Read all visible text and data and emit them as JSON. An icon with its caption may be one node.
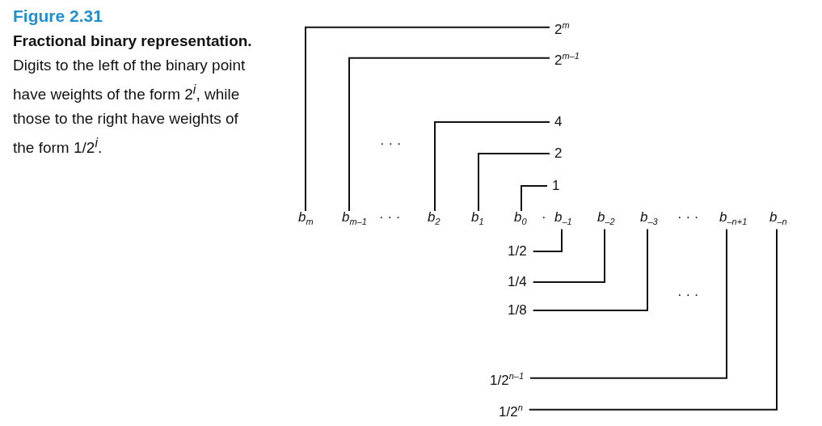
{
  "diagram": {
    "title": "Figure 2.31",
    "caption": "**Fractional binary representation.** Digits to the left of the binary point have weights of the form 2$^{i}$, while those to the right have weights of the form 1/2$^{i}$.",
    "nodes": [
      {
        "text": [
          "b$_{m}$"
        ]
      },
      {
        "text": [
          "b$_{m–1}$"
        ]
      },
      {
        "text": [
          "b$_{2}$"
        ]
      },
      {
        "text": [
          "b$_{1}$"
        ]
      },
      {
        "text": [
          "b$_{0}$"
        ]
      },
      {
        "text": [
          "b$_{–1}$"
        ]
      },
      {
        "text": [
          "b$_{–2}$"
        ]
      },
      {
        "text": [
          "b$_{–3}$"
        ]
      },
      {
        "text": [
          "b$_{–n+1}$"
        ]
      },
      {
        "text": [
          "b$_{–n}$"
        ]
      },
      {
        "text": [
          "2$^{m}$"
        ]
      },
      {
        "text": [
          "2$^{m–1}$"
        ]
      },
      {
        "text": [
          "4"
        ]
      },
      {
        "text": [
          "2"
        ]
      },
      {
        "text": [
          "1"
        ]
      },
      {
        "text": [
          "1/2"
        ]
      },
      {
        "text": [
          "1/4"
        ]
      },
      {
        "text": [
          "1/8"
        ]
      },
      {
        "text": [
          "1/2$^{n–1}$"
        ]
      },
      {
        "text": [
          "1/2$^{n}$"
        ]
      }
    ],
    "edges": [
      {
        "from": 0,
        "to": 10,
        "arrow": "none"
      },
      {
        "from": 1,
        "to": 11,
        "arrow": "none"
      },
      {
        "from": 2,
        "to": 12,
        "arrow": "none"
      },
      {
        "from": 3,
        "to": 13,
        "arrow": "none"
      },
      {
        "from": 4,
        "to": 14,
        "arrow": "none"
      },
      {
        "from": 5,
        "to": 15,
        "arrow": "none"
      },
      {
        "from": 6,
        "to": 16,
        "arrow": "none"
      },
      {
        "from": 7,
        "to": 17,
        "arrow": "none"
      },
      {
        "from": 8,
        "to": 18,
        "arrow": "none"
      },
      {
        "from": 9,
        "to": 19,
        "arrow": "none"
      }
    ],
    "labels": [
      "· · ·",
      "· · ·",
      "·",
      "· · ·",
      "· · ·"
    ]
  }
}
